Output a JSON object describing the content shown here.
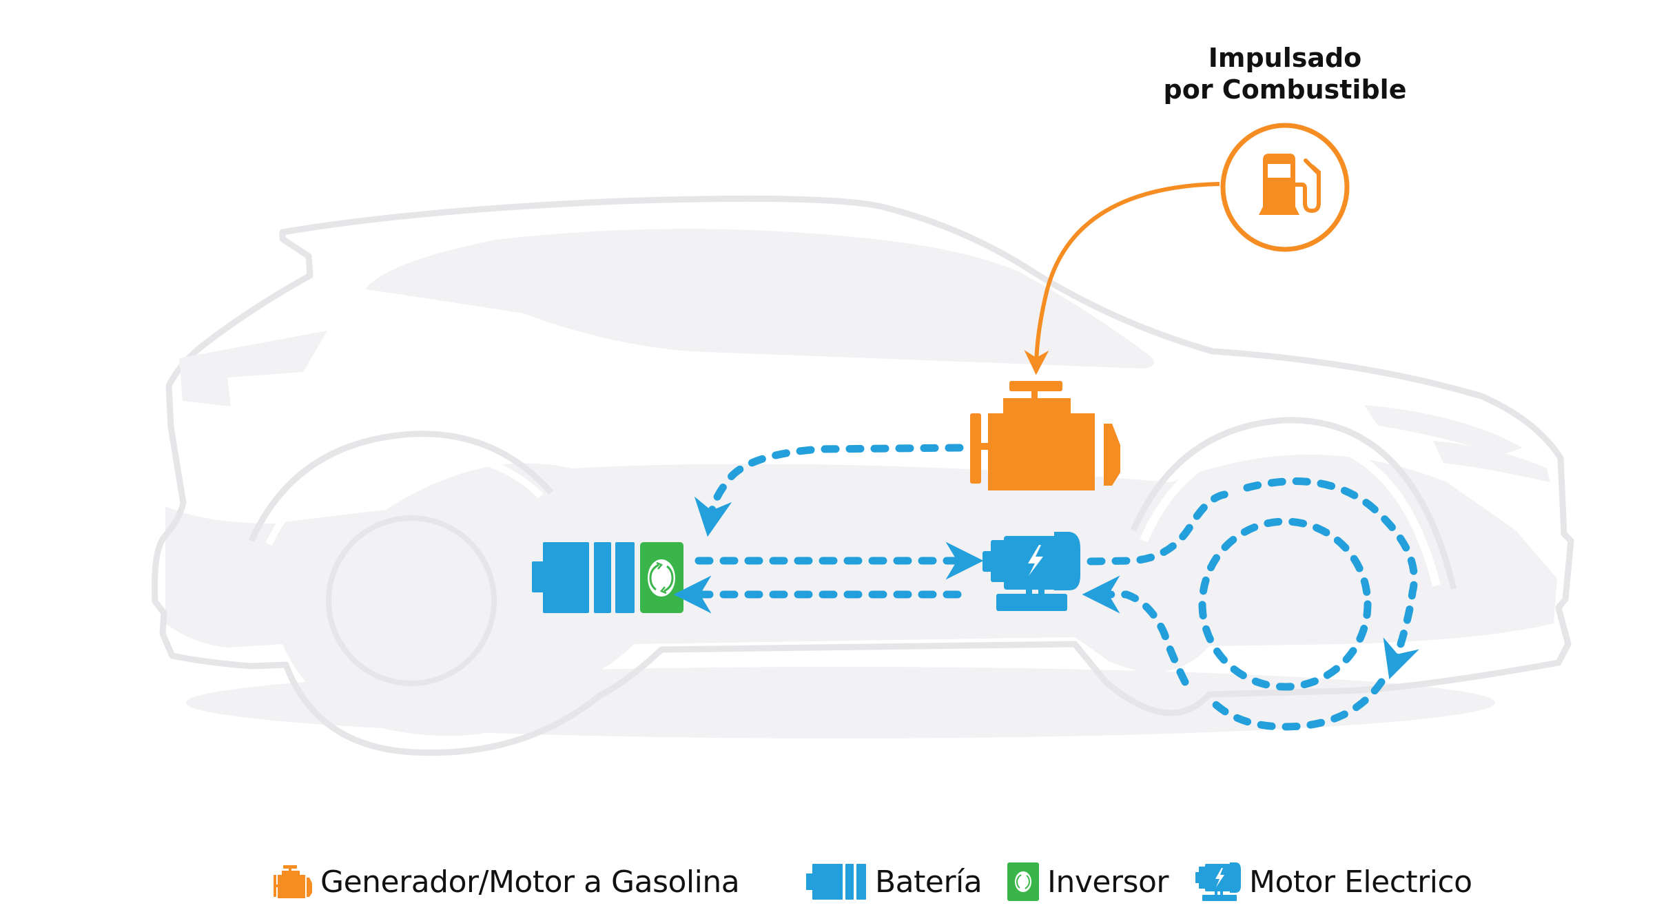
{
  "title": {
    "line1": "Impulsado",
    "line2": "por Combustible"
  },
  "colors": {
    "orange": "#f58d23",
    "blue": "#23a0db",
    "green": "#3ab54a",
    "car_fill": "#f2f2f4",
    "car_outline": "#e6e6e8",
    "text": "#111111"
  },
  "components": [
    {
      "id": "fuel",
      "icon": "fuel-pump-icon",
      "label": "Impulsado por Combustible"
    },
    {
      "id": "engine",
      "icon": "engine-icon",
      "label": "Generador/Motor a Gasolina"
    },
    {
      "id": "battery",
      "icon": "battery-icon",
      "label": "Batería"
    },
    {
      "id": "inverter",
      "icon": "inverter-icon",
      "label": "Inversor"
    },
    {
      "id": "motor",
      "icon": "electric-motor-icon",
      "label": "Motor Electrico"
    }
  ],
  "flows": [
    {
      "from": "fuel",
      "to": "engine",
      "style": "solid",
      "color": "orange"
    },
    {
      "from": "engine",
      "to": "inverter",
      "style": "dashed",
      "color": "blue"
    },
    {
      "from": "inverter",
      "to": "motor",
      "style": "dashed",
      "color": "blue"
    },
    {
      "from": "motor",
      "to": "inverter",
      "style": "dashed",
      "color": "blue"
    },
    {
      "from": "motor",
      "to": "rear-wheel",
      "style": "dashed",
      "color": "blue"
    },
    {
      "from": "rear-wheel",
      "to": "motor",
      "style": "dashed",
      "color": "blue"
    }
  ],
  "legend": [
    {
      "icon": "engine-icon",
      "label": "Generador/Motor a Gasolina"
    },
    {
      "icon": "battery-icon",
      "label": "Batería"
    },
    {
      "icon": "inverter-icon",
      "label": "Inversor"
    },
    {
      "icon": "electric-motor-icon",
      "label": "Motor Electrico"
    }
  ]
}
